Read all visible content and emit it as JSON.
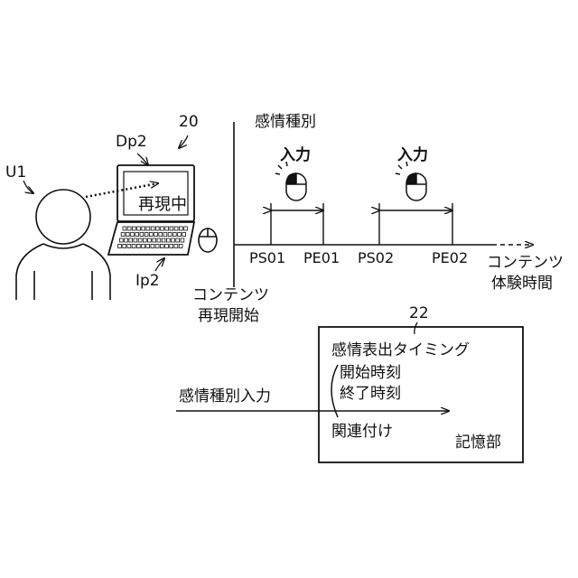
{
  "user": {
    "label": "U1"
  },
  "pc": {
    "label": "20",
    "display_label": "Dp2",
    "input_label": "Ip2",
    "screen_text": "再現中"
  },
  "timeline": {
    "y_axis_label": "感情種別",
    "start_label_line1": "コンテンツ",
    "start_label_line2": "再現開始",
    "end_label_line1": "コンテンツ",
    "end_label_line2": "体験時間",
    "inputs": [
      {
        "label": "入力",
        "start": "PS01",
        "end": "PE01"
      },
      {
        "label": "入力",
        "start": "PS02",
        "end": "PE02"
      }
    ]
  },
  "storage": {
    "ref": "22",
    "title": "感情表出タイミング",
    "start_time": "開始時刻",
    "end_time": "終了時刻",
    "association": "関連付け",
    "name": "記憶部",
    "input_arrow_label": "感情種別入力"
  }
}
